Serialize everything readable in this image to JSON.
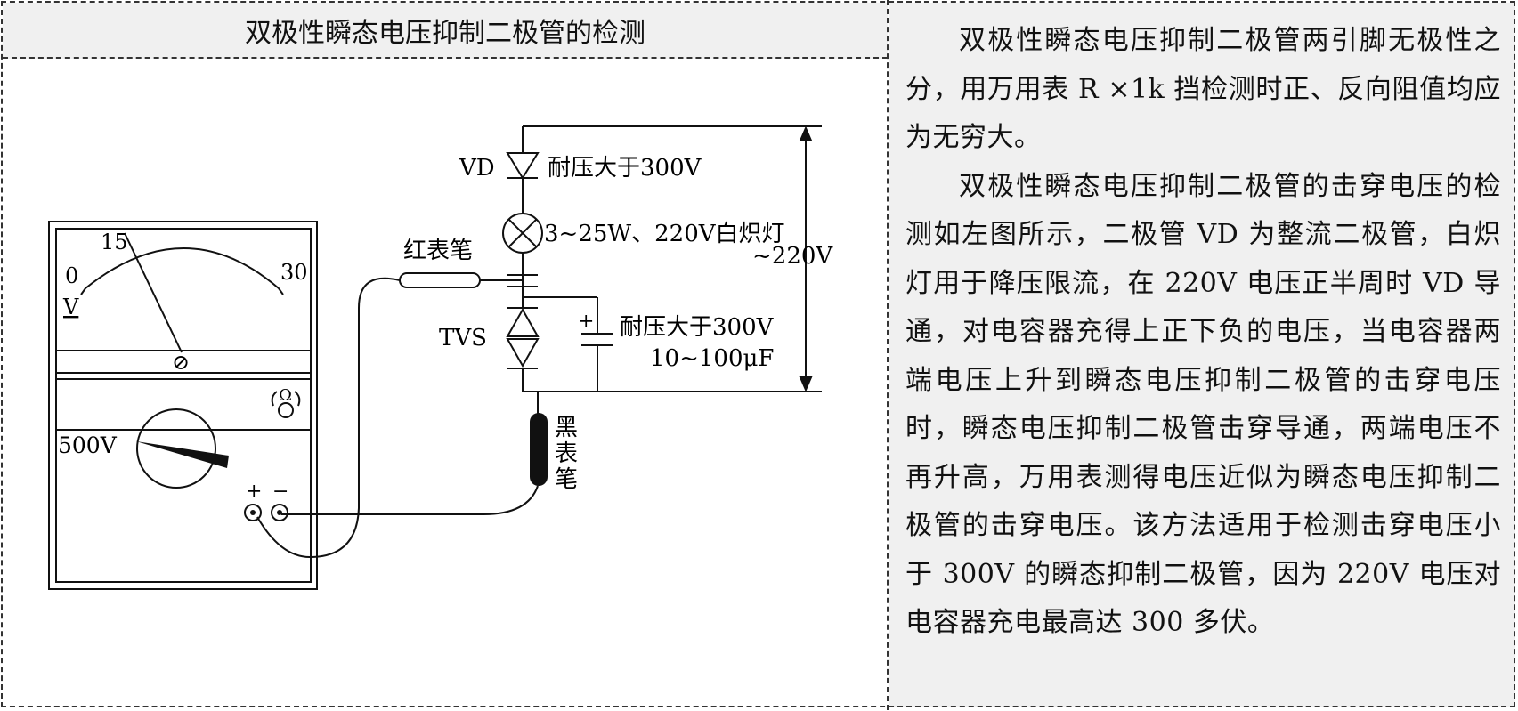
{
  "header": {
    "title": "双极性瞬态电压抑制二极管的检测"
  },
  "diagram": {
    "meter": {
      "scale_labels": [
        "15",
        "0",
        "30"
      ],
      "unit_label": "V",
      "zero_adjust_symbol": "⊘",
      "ohm_symbol": "Ω",
      "range_label": "500V",
      "terminal_plus": "+",
      "terminal_minus": "−"
    },
    "labels": {
      "vd": "VD",
      "vd_rating": "耐压大于300V",
      "lamp": "3~25W、220V白炽灯",
      "supply": "~220V",
      "red_probe": "红表笔",
      "tvs": "TVS",
      "cap_rating": "耐压大于300V",
      "cap_value": "10~100μF",
      "cap_plus": "+",
      "black_probe": [
        "黑",
        "表",
        "笔"
      ]
    }
  },
  "description": {
    "paragraphs": [
      "双极性瞬态电压抑制二极管两引脚无极性之分，用万用表 R ×1k 挡检测时正、反向阻值均应为无穷大。",
      "双极性瞬态电压抑制二极管的击穿电压的检测如左图所示，二极管 VD 为整流二极管，白炽灯用于降压限流，在 220V 电压正半周时 VD 导通，对电容器充得上正下负的电压，当电容器两端电压上升到瞬态电压抑制二极管的击穿电压时，瞬态电压抑制二极管击穿导通，两端电压不再升高，万用表测得电压近似为瞬态电压抑制二极管的击穿电压。该方法适用于检测击穿电压小于 300V 的瞬态抑制二极管，因为 220V 电压对电容器充电最高达 300 多伏。"
    ]
  }
}
